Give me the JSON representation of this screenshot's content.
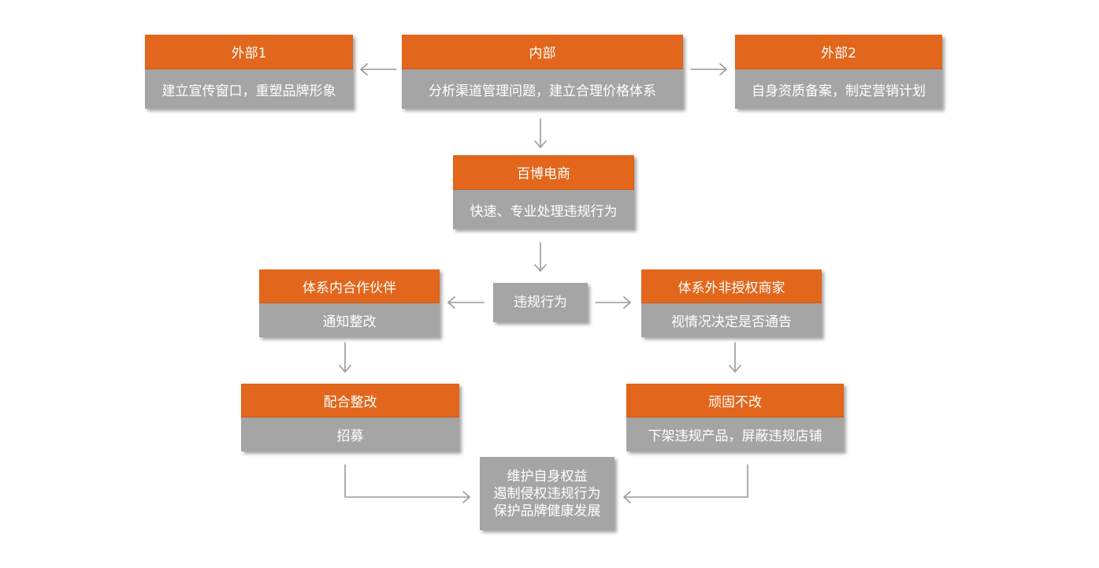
{
  "external1": {
    "title": "外部1",
    "desc": "建立宣传窗口，重塑品牌形象"
  },
  "internal": {
    "title": "内部",
    "desc": "分析渠道管理问题，建立合理价格体系"
  },
  "external2": {
    "title": "外部2",
    "desc": "自身资质备案，制定营销计划"
  },
  "baibo": {
    "title": "百博电商",
    "desc": "快速、专业处理违规行为"
  },
  "violation": {
    "label": "违规行为"
  },
  "inner_partner": {
    "title": "体系内合作伙伴",
    "desc": "通知整改"
  },
  "outer_merchant": {
    "title": "体系外非授权商家",
    "desc": "视情况决定是否通告"
  },
  "cooperate": {
    "title": "配合整改",
    "desc": "招募"
  },
  "stubborn": {
    "title": "顽固不改",
    "desc": "下架违规产品，屏蔽违规店铺"
  },
  "result": {
    "line1": "维护自身权益",
    "line2": "遏制侵权违规行为",
    "line3": "保护品牌健康发展"
  },
  "colors": {
    "header": "#e2661b",
    "body": "#a5a5a5",
    "arrow": "#9a9a9a"
  }
}
